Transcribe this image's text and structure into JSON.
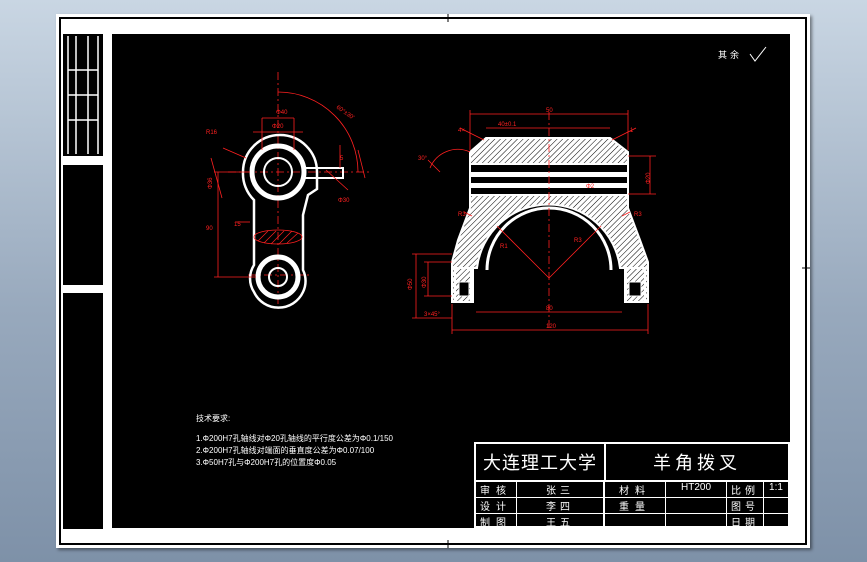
{
  "drawing": {
    "notes": {
      "heading": "技术要求:",
      "items": [
        "1.Φ200H7孔轴线对Φ20孔轴线的平行度公差为Φ0.1/150",
        "2.Φ200H7孔轴线对端面的垂直度公差为Φ0.07/100",
        "3.Φ50H7孔与Φ200H7孔的位置度Φ0.05"
      ]
    },
    "corner_mark": "其余"
  },
  "title_block": {
    "school": "大连理工大学",
    "part_name": "羊角拨叉",
    "rows": [
      {
        "role": "审核",
        "person": "张三",
        "label": "材料",
        "value": "HT200",
        "label2": "比例",
        "value2": "1:1"
      },
      {
        "role": "设计",
        "person": "李四",
        "label": "重量",
        "value": "",
        "label2": "图号",
        "value2": ""
      },
      {
        "role": "制图",
        "person": "王五",
        "label": "",
        "value": "",
        "label2": "日期",
        "value2": ""
      }
    ]
  },
  "colors": {
    "background_gradient_top": "#c9d6e3",
    "sheet": "#ffffff",
    "drawing_area": "#000000",
    "outline": "#ffffff",
    "dimension": "#ff2020"
  }
}
